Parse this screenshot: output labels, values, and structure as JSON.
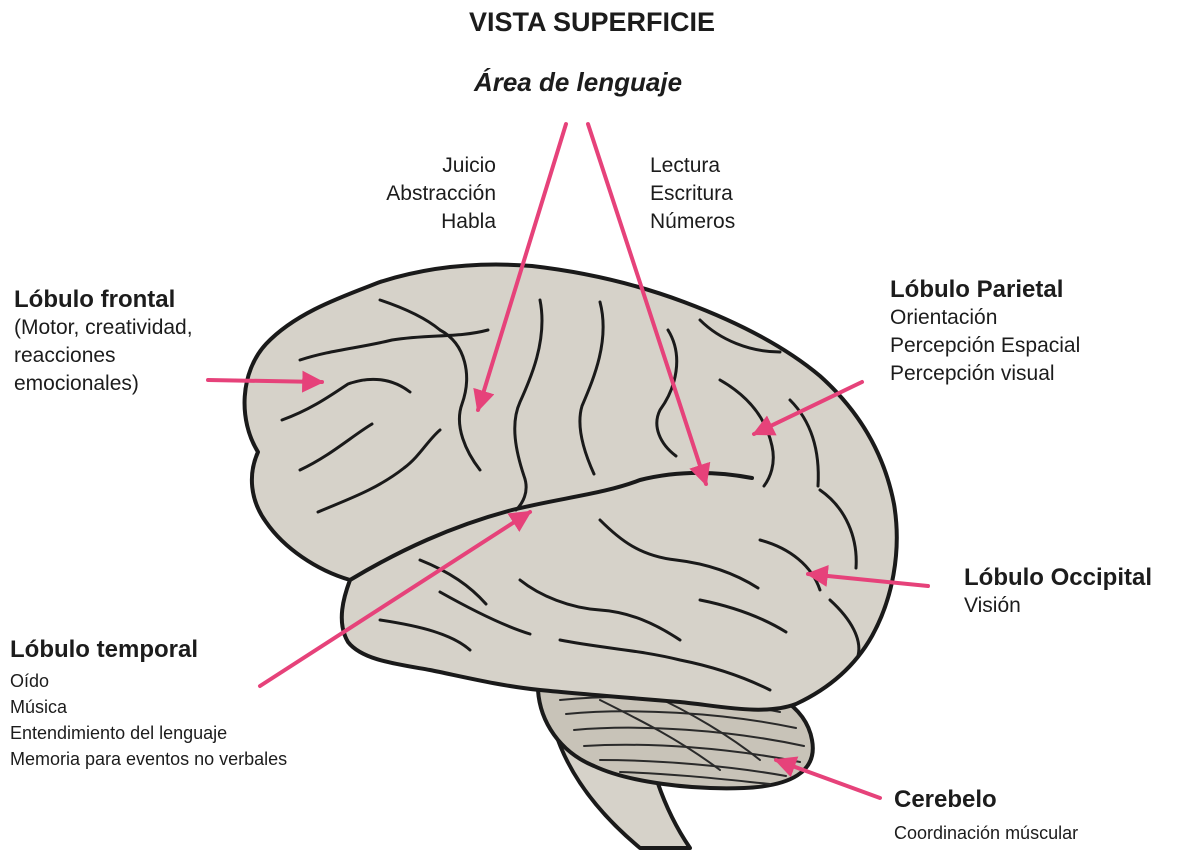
{
  "title": "VISTA SUPERFICIE",
  "language_area": {
    "title": "Área de lenguaje",
    "left_items": [
      "Juicio",
      "Abstracción",
      "Habla"
    ],
    "right_items": [
      "Lectura",
      "Escritura",
      "Números"
    ]
  },
  "lobes": {
    "frontal": {
      "name": "Lóbulo frontal",
      "lines": [
        "(Motor, creatividad,",
        "reacciones",
        "emocionales)"
      ]
    },
    "parietal": {
      "name": "Lóbulo Parietal",
      "lines": [
        "Orientación",
        "Percepción Espacial",
        "Percepción visual"
      ]
    },
    "occipital": {
      "name": "Lóbulo Occipital",
      "lines": [
        "Visión"
      ]
    },
    "temporal": {
      "name": "Lóbulo temporal",
      "lines": [
        "Oído",
        "Música",
        "Entendimiento del lenguaje",
        "Memoria para eventos no verbales"
      ]
    },
    "cerebellum": {
      "name": "Cerebelo",
      "lines": [
        "Coordinación múscular"
      ]
    }
  },
  "colors": {
    "arrow": "#e6427a",
    "brain_fill": "#d6d2c9",
    "cerebellum_fill": "#c8c3b8",
    "outline": "#1a1a1a"
  }
}
